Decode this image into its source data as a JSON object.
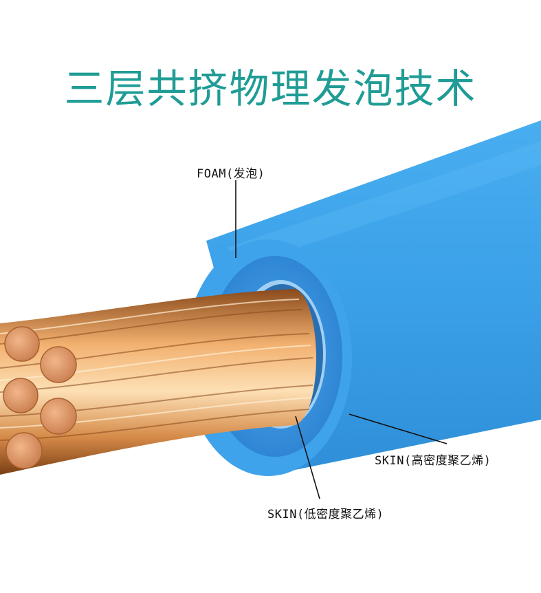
{
  "title": "三层共挤物理发泡技术",
  "labels": {
    "foam": "FOAM(发泡)",
    "skin_high": "SKIN(高密度聚乙烯)",
    "skin_low": "SKIN(低密度聚乙烯)"
  },
  "colors": {
    "title": "#1f9c95",
    "cable_blue": "#3b9ee6",
    "copper": "#d98a4a"
  }
}
